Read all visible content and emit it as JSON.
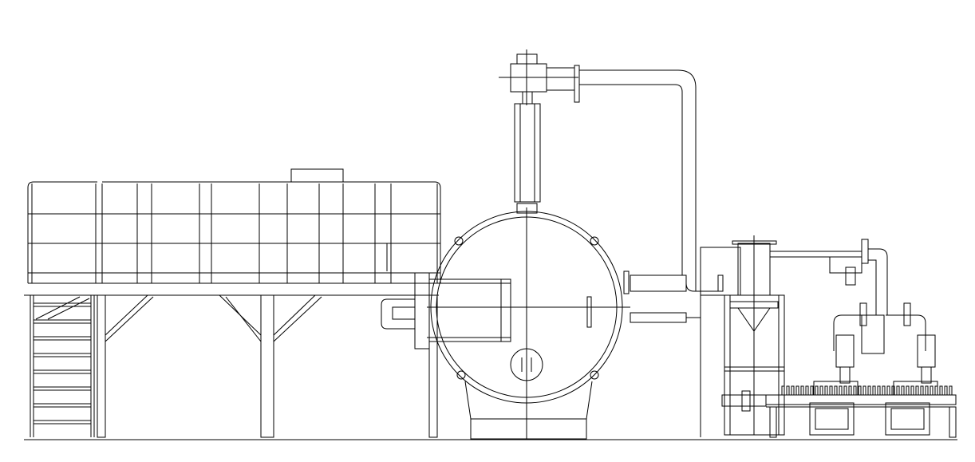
{
  "drawing": {
    "type": "cad-elevation-line-drawing",
    "background_color": "#ffffff",
    "line_color": "#000000",
    "components": [
      "platform-railing",
      "access-stair",
      "platform-supports",
      "cylindrical-vessel",
      "vessel-door",
      "exhaust-stack",
      "overhead-pipe",
      "separator-tower",
      "pump-skid"
    ]
  }
}
